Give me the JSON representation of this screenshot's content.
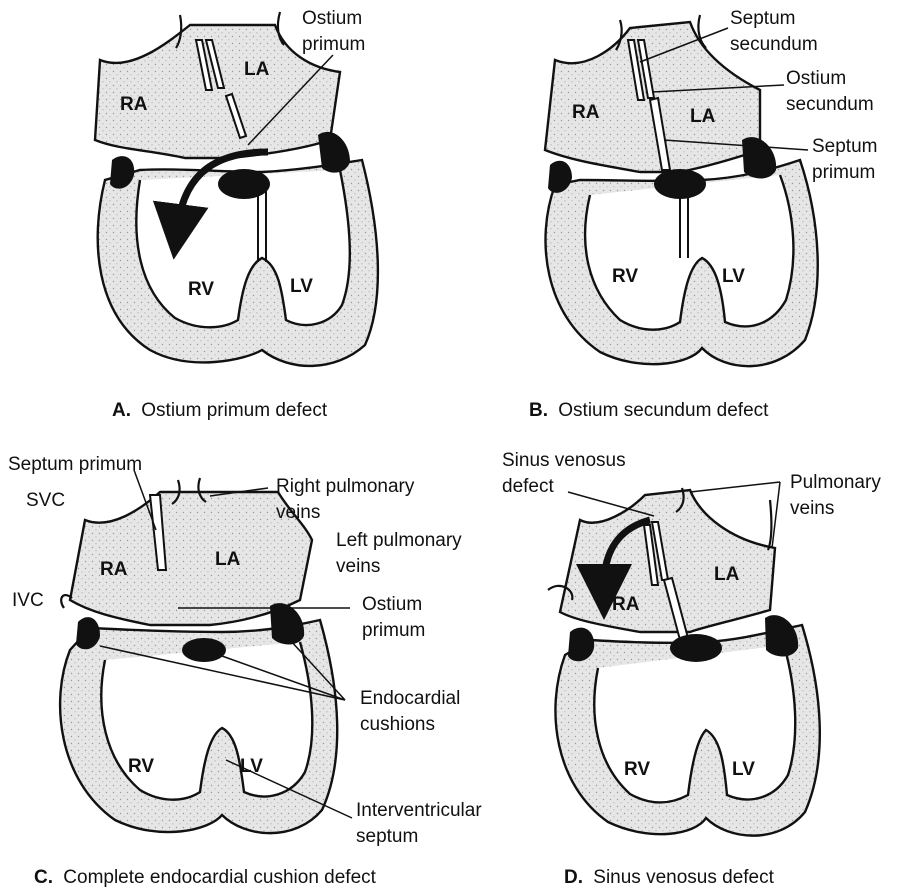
{
  "panels": {
    "a": {
      "letter": "A.",
      "caption": "Ostium primum defect",
      "labels": {
        "ostium_primum": [
          "Ostium",
          "primum"
        ]
      },
      "chambers": {
        "ra": "RA",
        "la": "LA",
        "rv": "RV",
        "lv": "LV"
      }
    },
    "b": {
      "letter": "B.",
      "caption": "Ostium secundum defect",
      "labels": {
        "septum_secundum": [
          "Septum",
          "secundum"
        ],
        "ostium_secundum": [
          "Ostium",
          "secundum"
        ],
        "septum_primum": [
          "Septum",
          "primum"
        ]
      },
      "chambers": {
        "ra": "RA",
        "la": "LA",
        "rv": "RV",
        "lv": "LV"
      }
    },
    "c": {
      "letter": "C.",
      "caption": "Complete endocardial cushion defect",
      "labels": {
        "septum_primum": "Septum primum",
        "svc": "SVC",
        "ivc": "IVC",
        "right_pulmonary_veins": [
          "Right pulmonary",
          "veins"
        ],
        "left_pulmonary_veins": [
          "Left pulmonary",
          "veins"
        ],
        "ostium_primum": [
          "Ostium",
          "primum"
        ],
        "endocardial_cushions": [
          "Endocardial",
          "cushions"
        ],
        "interventricular_septum": [
          "Interventricular",
          "septum"
        ]
      },
      "chambers": {
        "ra": "RA",
        "la": "LA",
        "rv": "RV",
        "lv": "LV"
      }
    },
    "d": {
      "letter": "D.",
      "caption": "Sinus venosus defect",
      "labels": {
        "sinus_venosus_defect": [
          "Sinus venosus",
          "defect"
        ],
        "pulmonary_veins": [
          "Pulmonary",
          "veins"
        ]
      },
      "chambers": {
        "ra": "RA",
        "la": "LA",
        "rv": "RV",
        "lv": "LV"
      }
    }
  }
}
